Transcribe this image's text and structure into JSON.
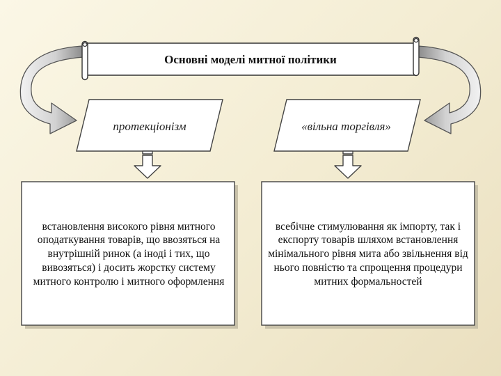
{
  "diagram": {
    "title": "Основні моделі митної політики",
    "models": [
      {
        "name": "протекціонізм",
        "description": "встановлення високого рівня митного оподаткування товарів, що ввозяться  на внутрішній ринок (а іноді і тих, що вивозяться) і досить жорстку систему митного контролю і митного оформлення"
      },
      {
        "name": "«вільна торгівля»",
        "description": "всебічне стимулювання як імпорту, так і експорту товарів шляхом встановлення мінімального рівня мита або звільнення від нього повністю та спрощення процедури митних формальностей"
      }
    ]
  },
  "colors": {
    "background": "#f3ecd2",
    "scroll": "#ffffff",
    "box_fill": "#ffffff",
    "stroke": "#444444",
    "side_arrow_light": "#ececec",
    "side_arrow_dark": "#8a8a8a"
  }
}
